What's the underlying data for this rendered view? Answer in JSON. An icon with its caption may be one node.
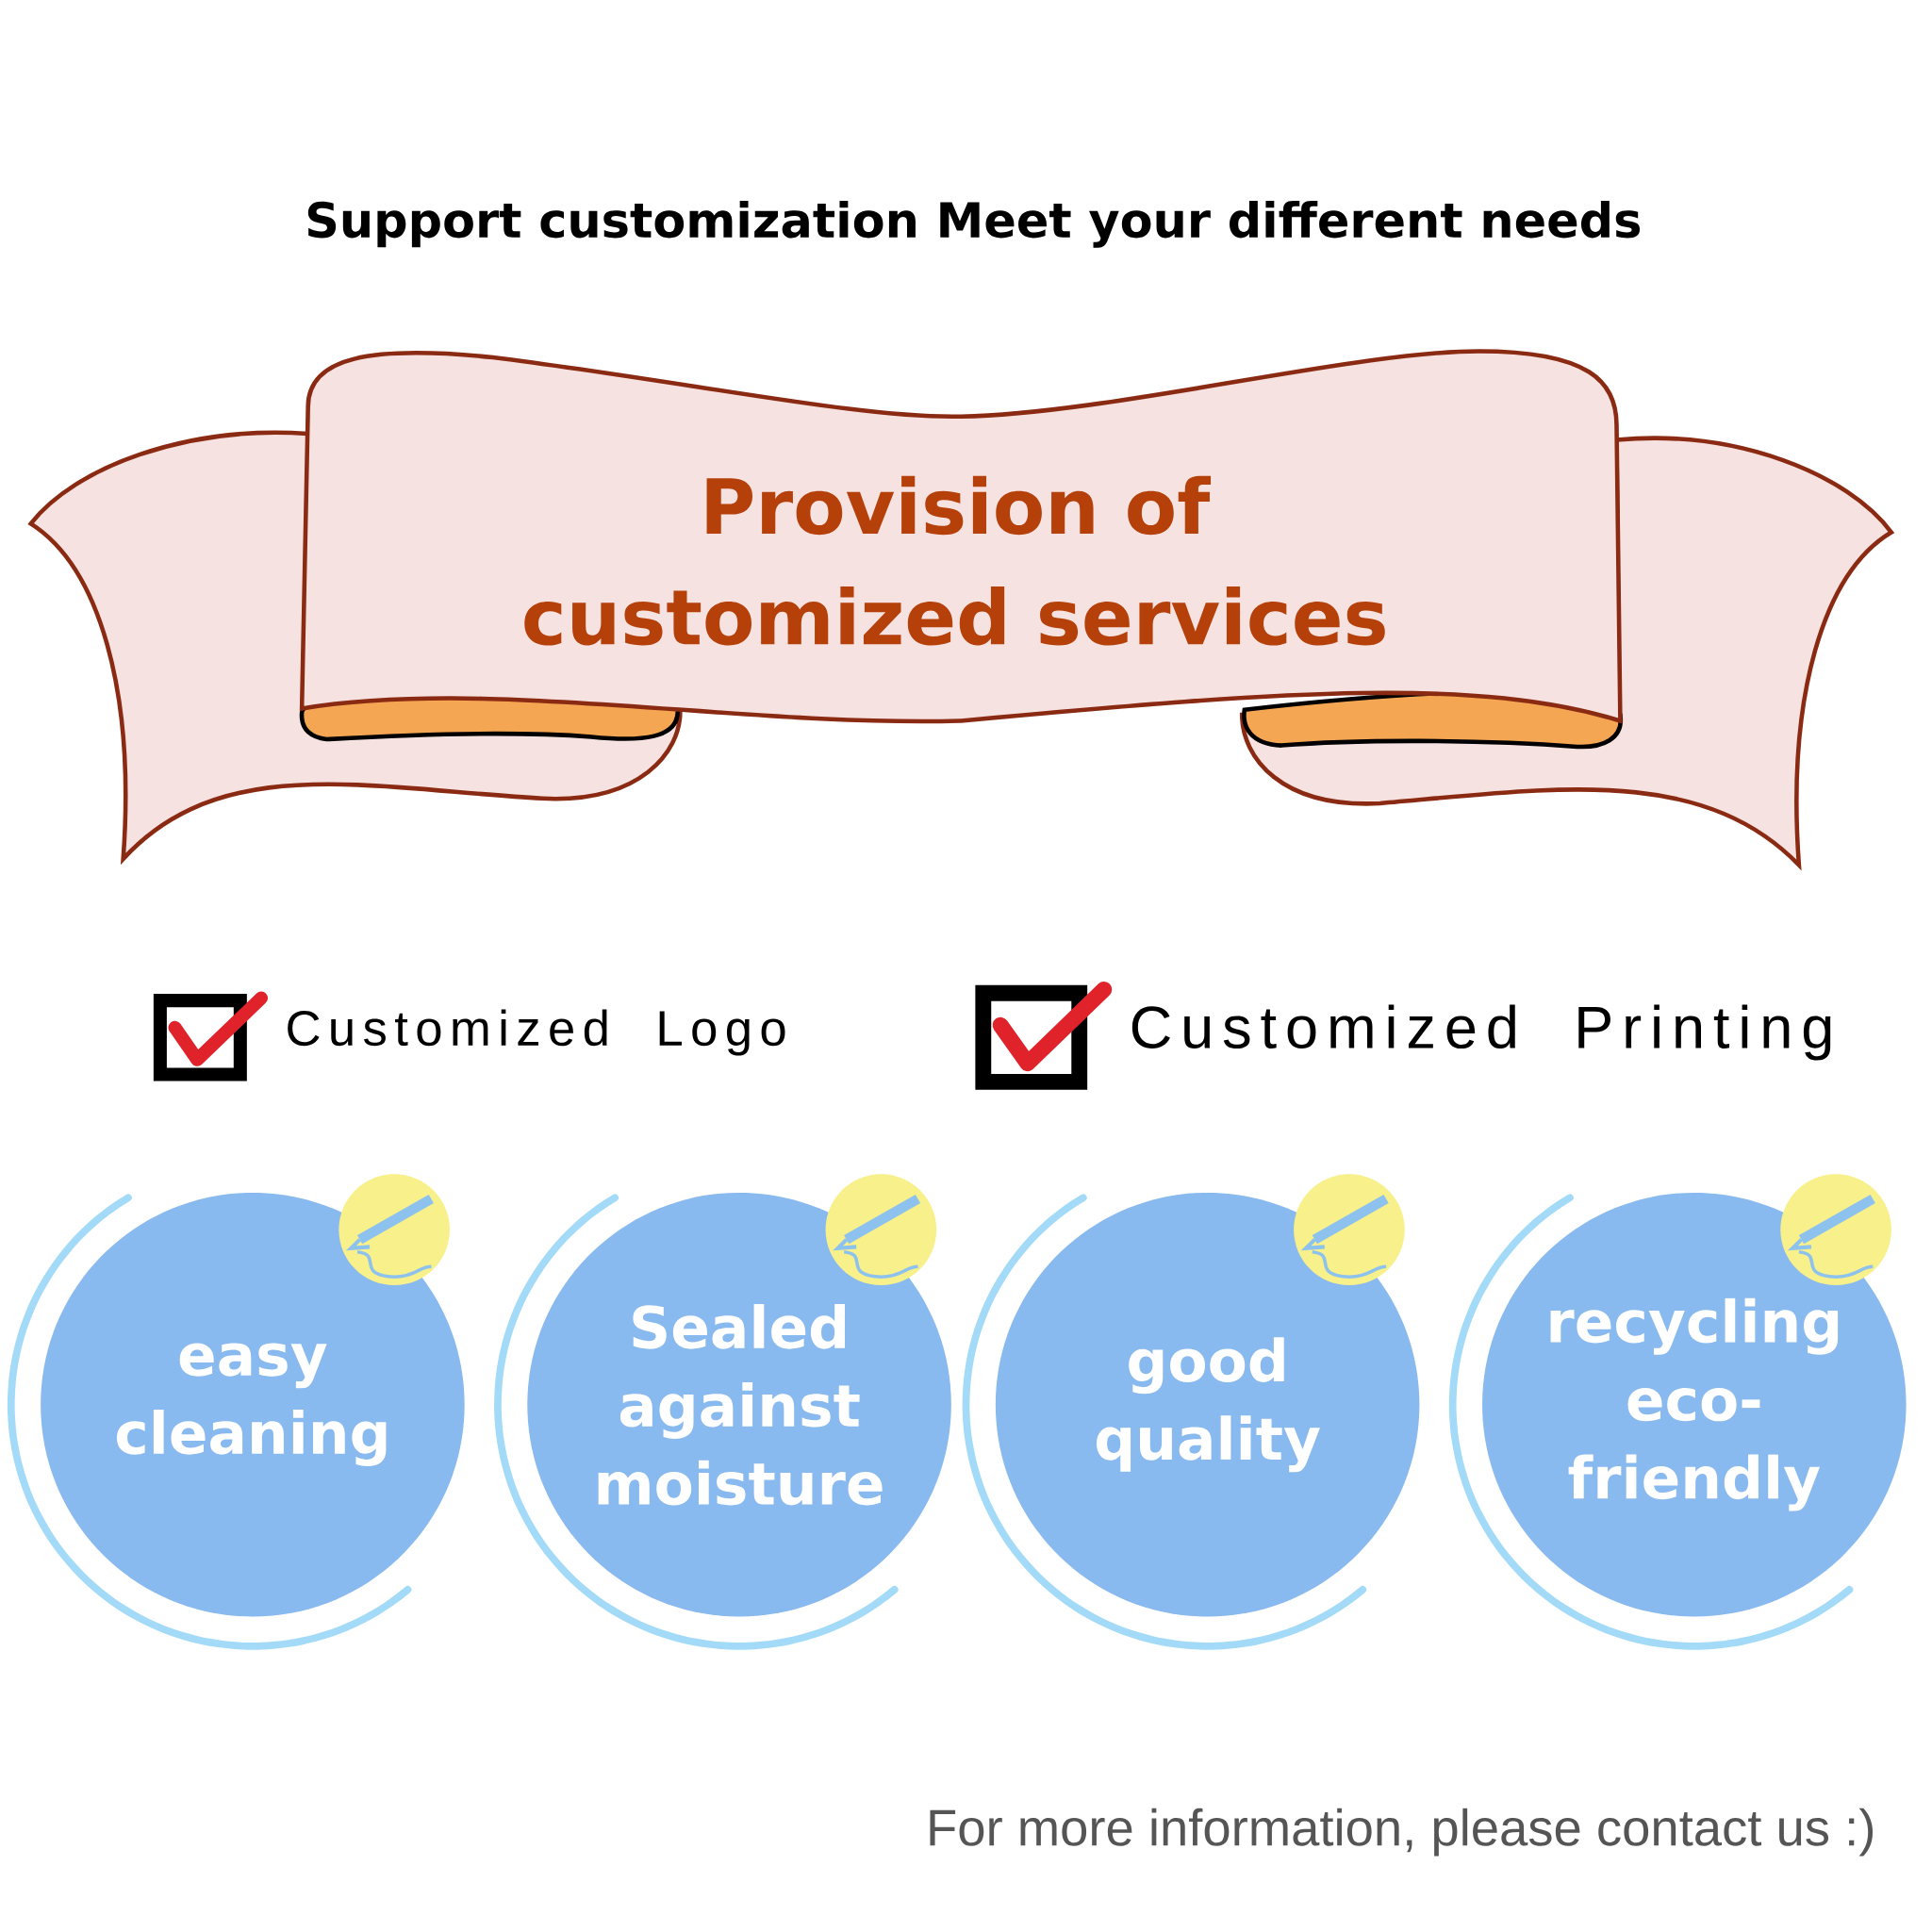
{
  "diagram": {
    "title": "Support customization Meet your different needs",
    "nodes": [
      {
        "text": [
          "Provision of customized services"
        ]
      },
      {
        "text": [
          "easy cleaning"
        ]
      },
      {
        "text": [
          "Sealed against moisture"
        ]
      },
      {
        "text": [
          "good quality"
        ]
      },
      {
        "text": [
          "recycling eco-friendly"
        ]
      }
    ],
    "labels": [
      "Customized Logo",
      "Customized Printing",
      "For more information, please contact us  :)"
    ]
  }
}
